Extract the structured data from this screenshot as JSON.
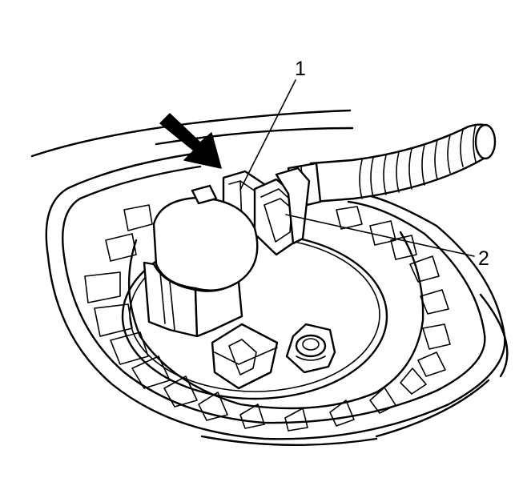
{
  "diagram": {
    "callouts": [
      {
        "id": "1",
        "label": "1"
      },
      {
        "id": "2",
        "label": "2"
      }
    ],
    "colors": {
      "line": "#000000",
      "background": "#ffffff"
    },
    "icons": {
      "arrow": "arrow-icon"
    }
  }
}
